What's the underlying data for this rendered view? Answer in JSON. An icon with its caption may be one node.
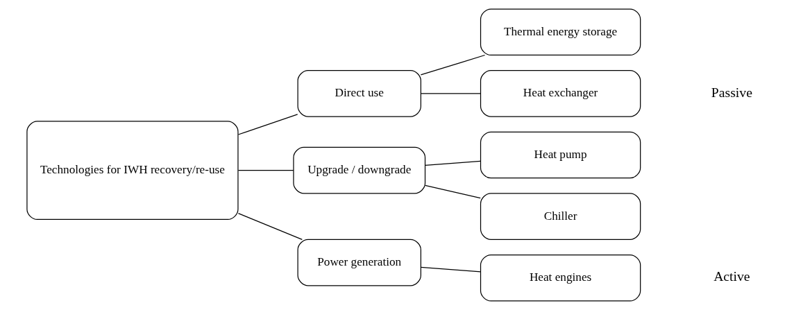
{
  "diagram": {
    "nodes": [
      {
        "text": [
          "Technologies for IWH recovery/re-use"
        ]
      },
      {
        "text": [
          "Direct use"
        ]
      },
      {
        "text": [
          "Upgrade / downgrade"
        ]
      },
      {
        "text": [
          "Power generation"
        ]
      },
      {
        "text": [
          "Thermal energy storage"
        ]
      },
      {
        "text": [
          "Heat exchanger"
        ]
      },
      {
        "text": [
          "Heat pump"
        ]
      },
      {
        "text": [
          "Chiller"
        ]
      },
      {
        "text": [
          "Heat engines"
        ]
      }
    ],
    "edges": [
      {
        "from": 0,
        "to": 1,
        "arrow": "none"
      },
      {
        "from": 0,
        "to": 2,
        "arrow": "none"
      },
      {
        "from": 0,
        "to": 3,
        "arrow": "none"
      },
      {
        "from": 1,
        "to": 4,
        "arrow": "none"
      },
      {
        "from": 1,
        "to": 5,
        "arrow": "none"
      },
      {
        "from": 2,
        "to": 6,
        "arrow": "none"
      },
      {
        "from": 2,
        "to": 7,
        "arrow": "none"
      },
      {
        "from": 3,
        "to": 8,
        "arrow": "none"
      }
    ],
    "labels": [
      "Passive",
      "Active"
    ]
  }
}
